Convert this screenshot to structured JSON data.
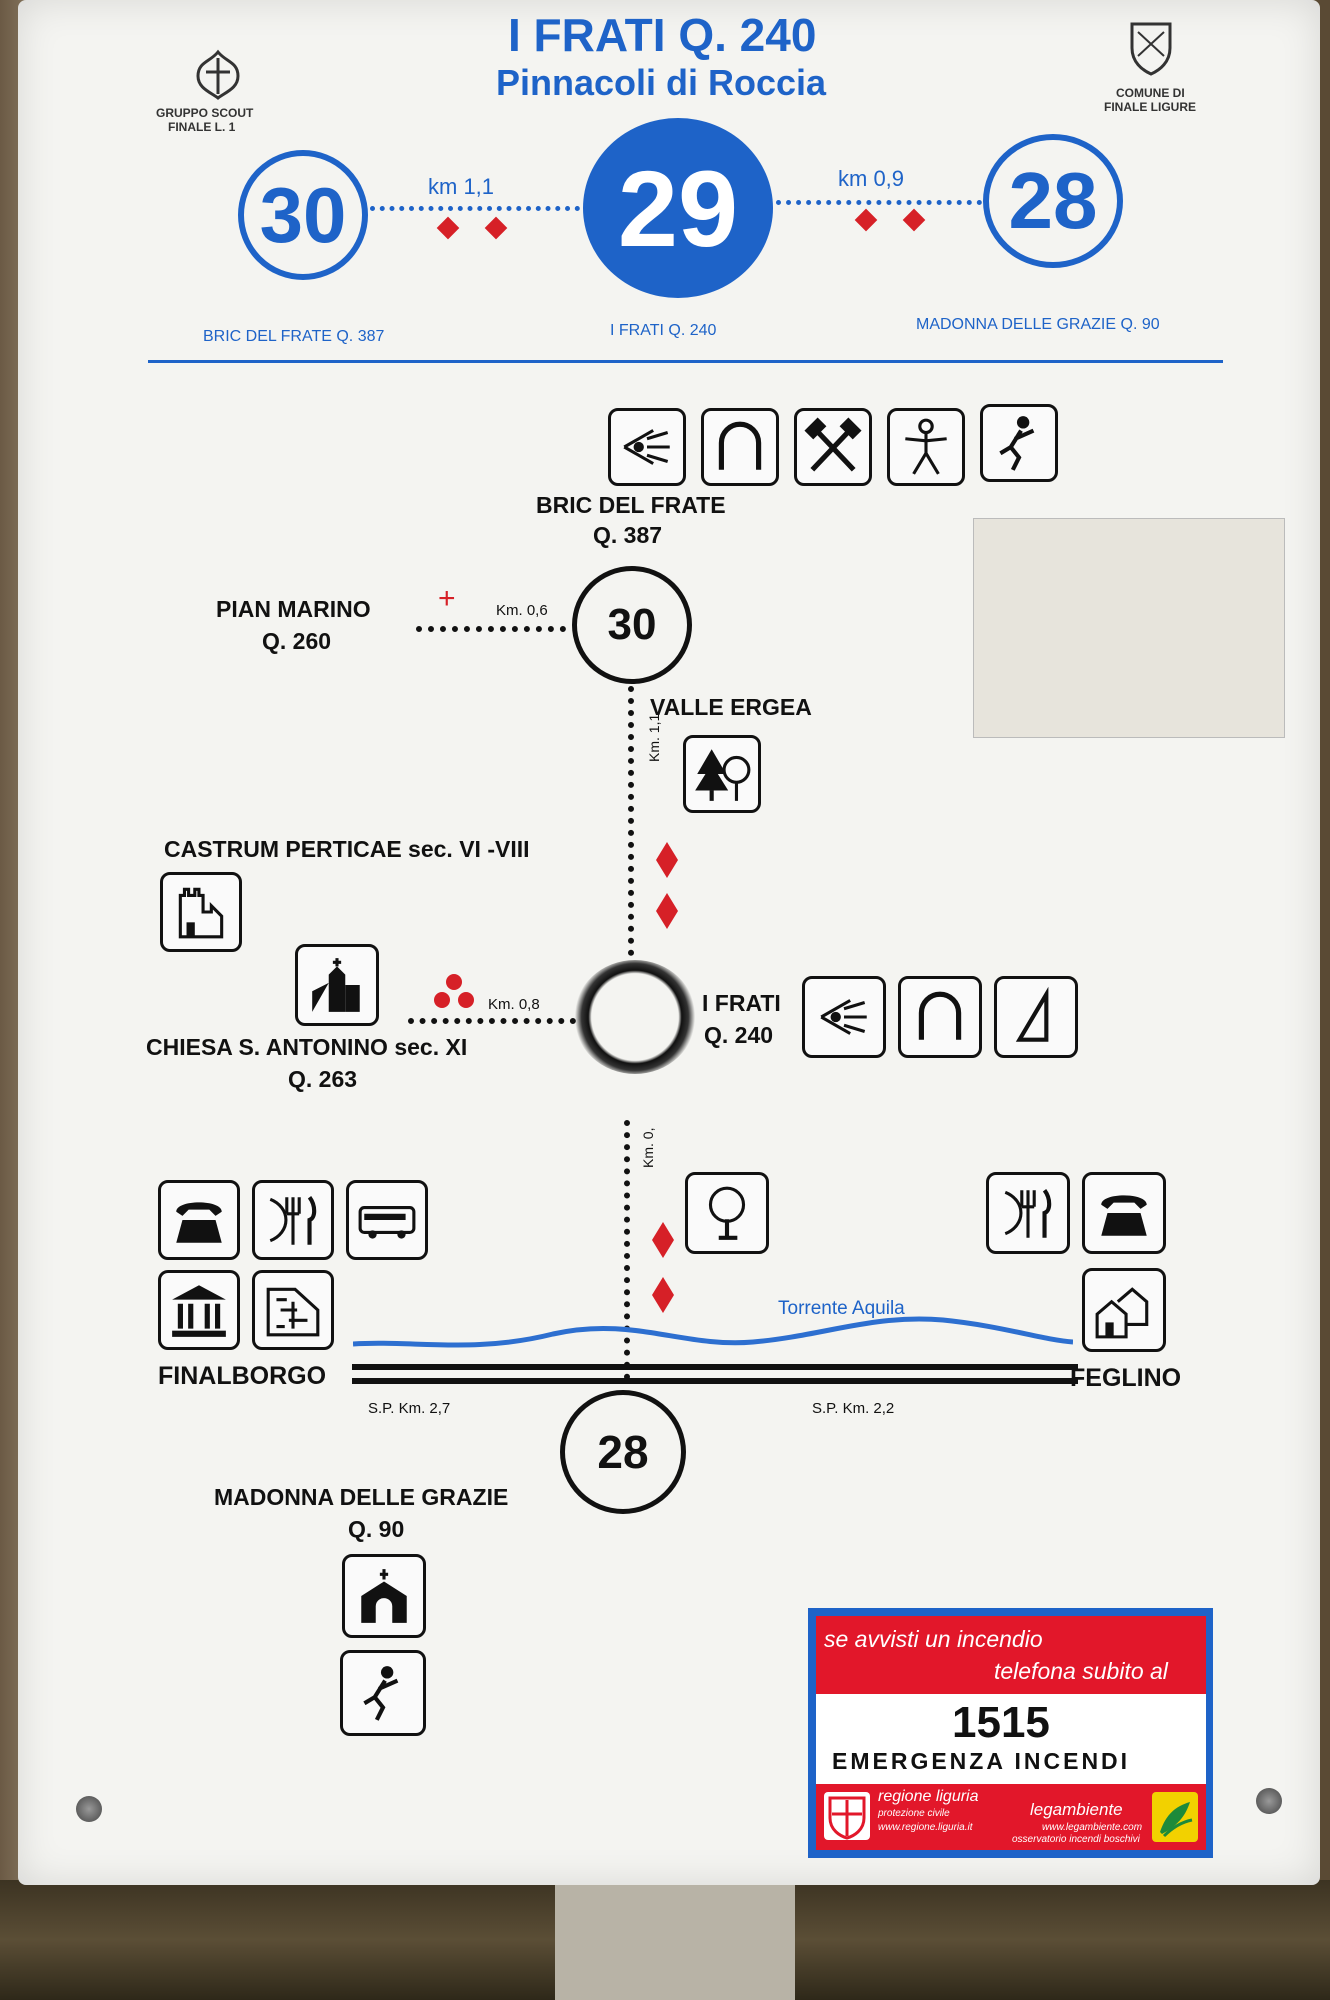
{
  "header": {
    "title": "I FRATI Q. 240",
    "subtitle": "Pinnacoli di Roccia",
    "scout_line1": "GRUPPO SCOUT",
    "scout_line2": "FINALE L. 1",
    "comune_line1": "COMUNE DI",
    "comune_line2": "FINALE LIGURE"
  },
  "route": {
    "left_num": "30",
    "center_num": "29",
    "right_num": "28",
    "left_dist": "km 1,1",
    "right_dist": "km 0,9",
    "left_name": "BRIC DEL FRATE Q. 387",
    "center_name": "I FRATI Q. 240",
    "right_name": "MADONNA DELLE GRAZIE Q. 90"
  },
  "map": {
    "bric_line1": "BRIC DEL FRATE",
    "bric_line2": "Q. 387",
    "pian_line1": "PIAN MARINO",
    "pian_line2": "Q. 260",
    "pian_dist": "Km. 0,6",
    "node30": "30",
    "valle": "VALLE ERGEA",
    "seg_dist_1": "Km. 1,1",
    "castrum": "CASTRUM PERTICAE sec. VI -VIII",
    "chiesa_line1": "CHIESA S. ANTONINO sec. XI",
    "chiesa_line2": "Q. 263",
    "chiesa_dist": "Km. 0,8",
    "frati_line1": "I FRATI",
    "frati_line2": "Q. 240",
    "seg_dist_2": "Km. 0,",
    "torrente": "Torrente Aquila",
    "finalborgo": "FINALBORGO",
    "feglino": "FEGLINO",
    "sp_left": "S.P. Km. 2,7",
    "sp_right": "S.P. Km. 2,2",
    "node28": "28",
    "madonna_line1": "MADONNA DELLE GRAZIE",
    "madonna_line2": "Q. 90"
  },
  "sticker": {
    "line1": "se avvisti un incendio",
    "line2": "telefona subito al",
    "number": "1515",
    "emergency": "EMERGENZA INCENDI",
    "regione": "regione liguria",
    "regione_sub": "protezione civile",
    "regione_web": "www.regione.liguria.it",
    "legambiente": "legambiente",
    "legambiente_web": "www.legambiente.com",
    "legambiente_sub": "osservatorio incendi boschivi"
  },
  "colors": {
    "route_blue": "#1e63c8",
    "marker_red": "#d62027"
  },
  "icons": [
    "viewpoint-icon",
    "arch-icon",
    "mining-icon",
    "person-icon",
    "climber-icon",
    "forest-icon",
    "ruin-icon",
    "church-icon",
    "triangle-icon",
    "tree-icon",
    "telephone-icon",
    "restaurant-icon",
    "bus-icon",
    "museum-icon",
    "town-map-icon",
    "houses-icon",
    "chapel-icon"
  ]
}
